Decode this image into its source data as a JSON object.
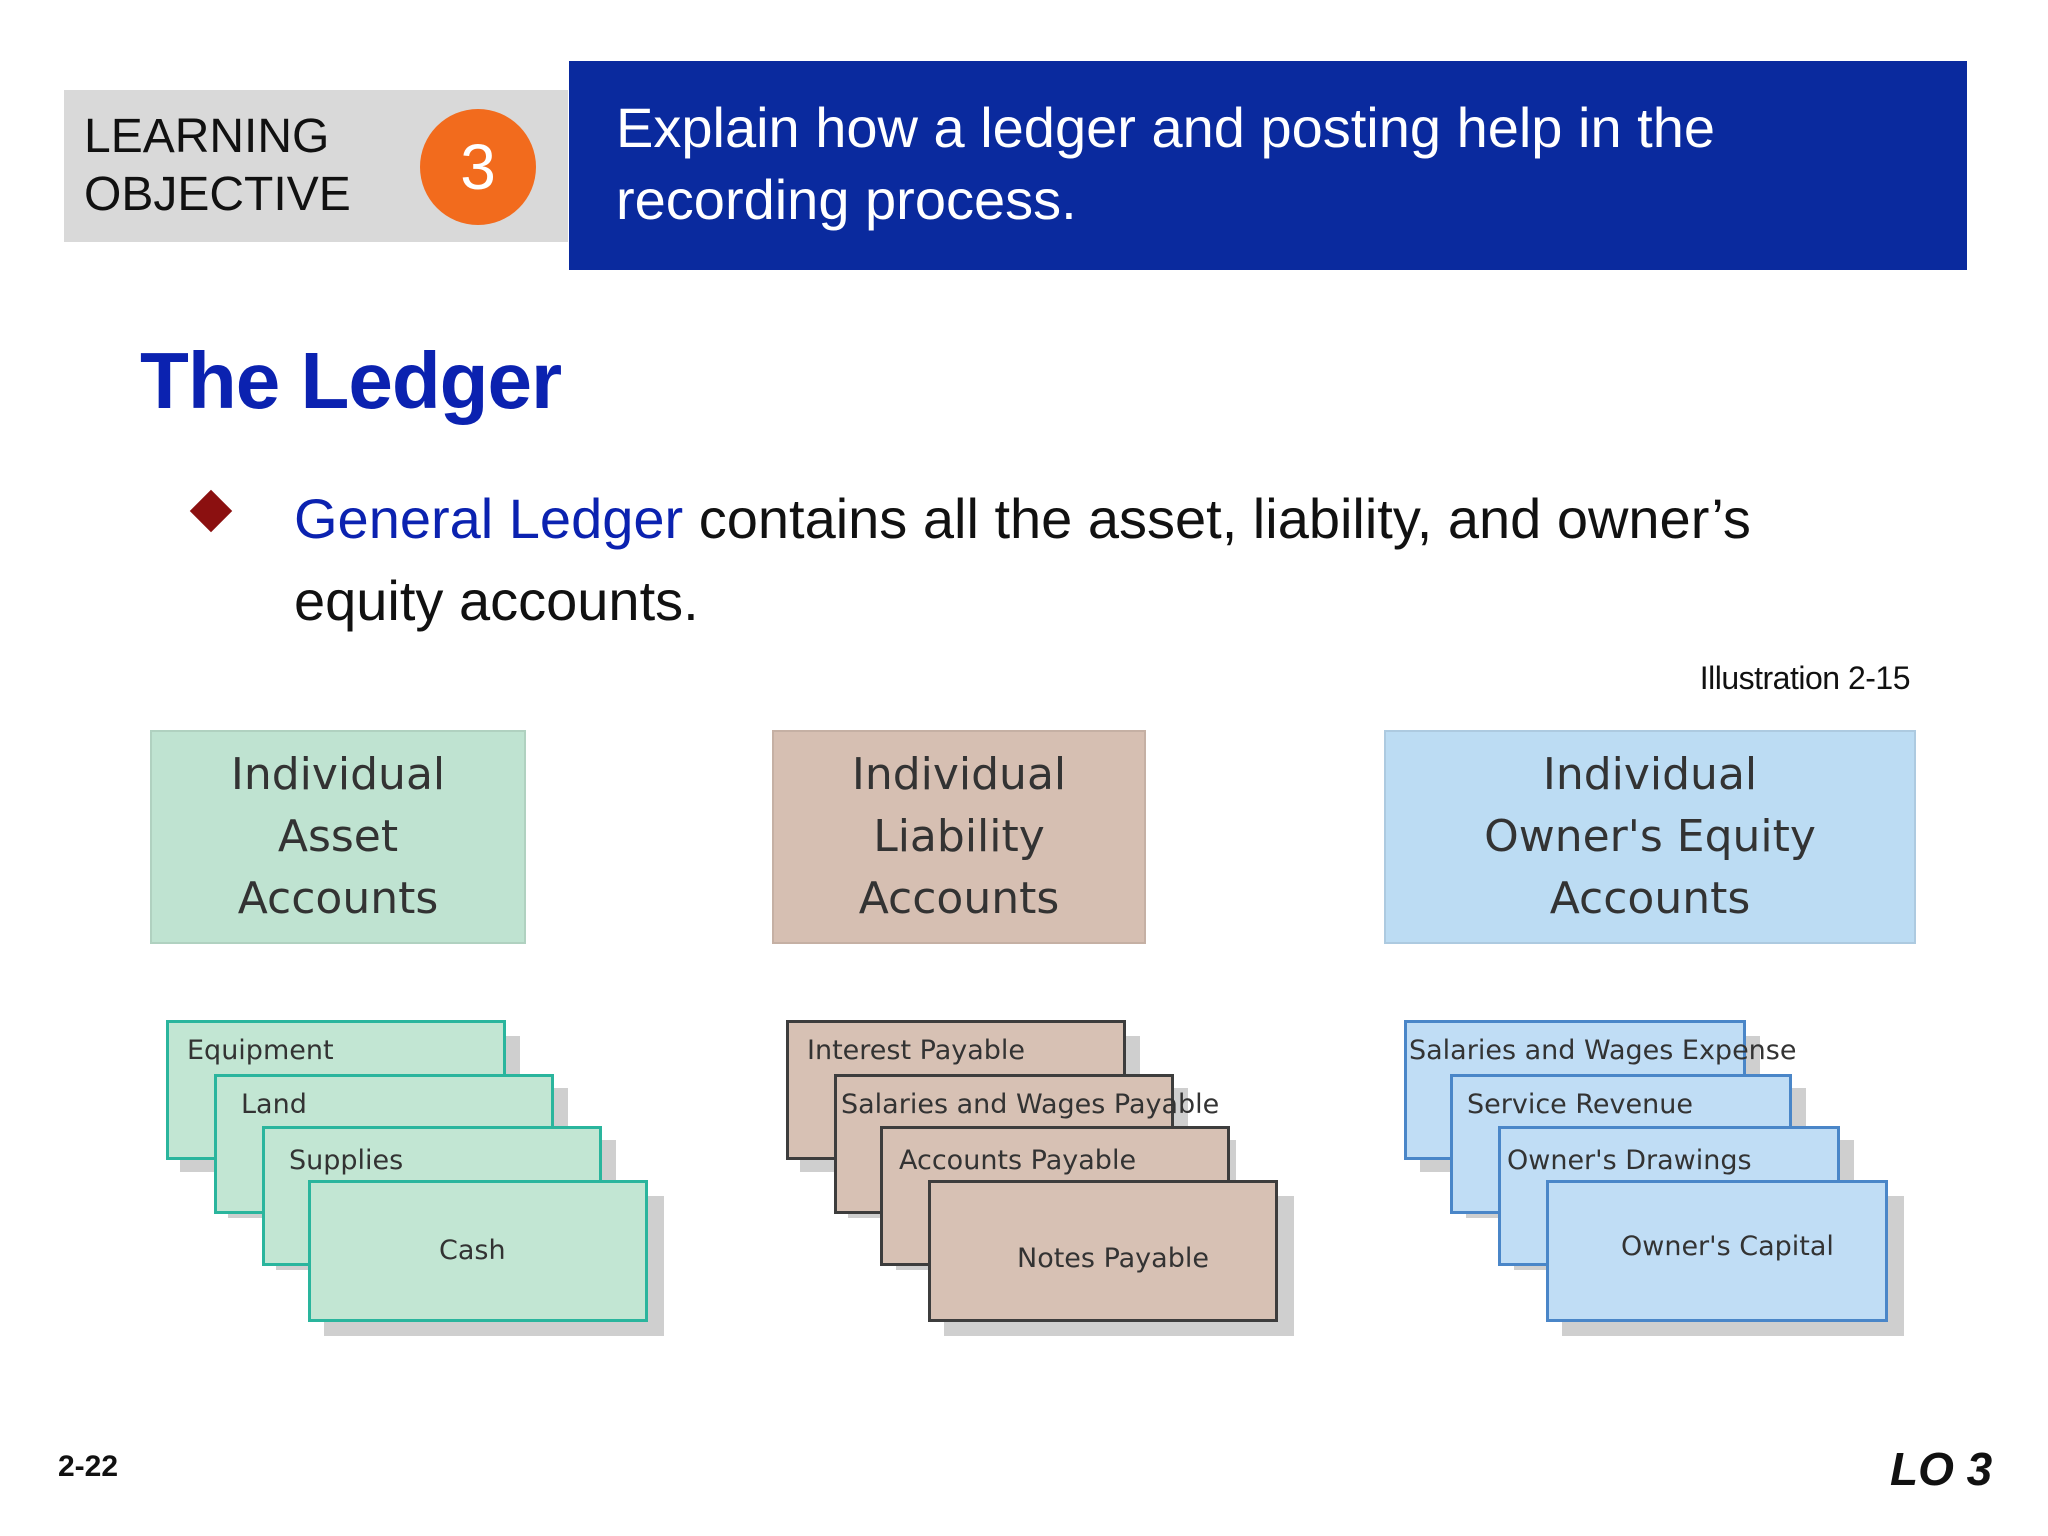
{
  "header": {
    "learning_objective_label": "LEARNING\nOBJECTIVE",
    "objective_number": "3",
    "objective_text": "Explain how a ledger and posting help in the recording process."
  },
  "title": "The Ledger",
  "bullet": {
    "term": "General Ledger",
    "text": " contains all the asset, liability, and owner’s equity accounts."
  },
  "illustration_label": "Illustration 2-15",
  "categories": {
    "asset": [
      "Individual",
      "Asset",
      "Accounts"
    ],
    "liability": [
      "Individual",
      "Liability",
      "Accounts"
    ],
    "equity": [
      "Individual",
      "Owner's Equity",
      "Accounts"
    ]
  },
  "accounts": {
    "asset": [
      "Equipment",
      "Land",
      "Supplies",
      "Cash"
    ],
    "liability": [
      "Interest Payable",
      "Salaries and Wages Payable",
      "Accounts Payable",
      "Notes Payable"
    ],
    "equity": [
      "Salaries and Wages Expense",
      "Service Revenue",
      "Owner's Drawings",
      "Owner's Capital"
    ]
  },
  "footer": {
    "page_number": "2-22",
    "lo_tag": "LO 3"
  },
  "colors": {
    "objective_blue": "#0a2a9e",
    "title_blue": "#0b22b0",
    "badge_orange": "#f26b1d",
    "bullet_red": "#8b1010",
    "asset_green": "#bfe3d1",
    "liability_brown": "#d6bfb2",
    "equity_blue": "#bcdcf3"
  }
}
